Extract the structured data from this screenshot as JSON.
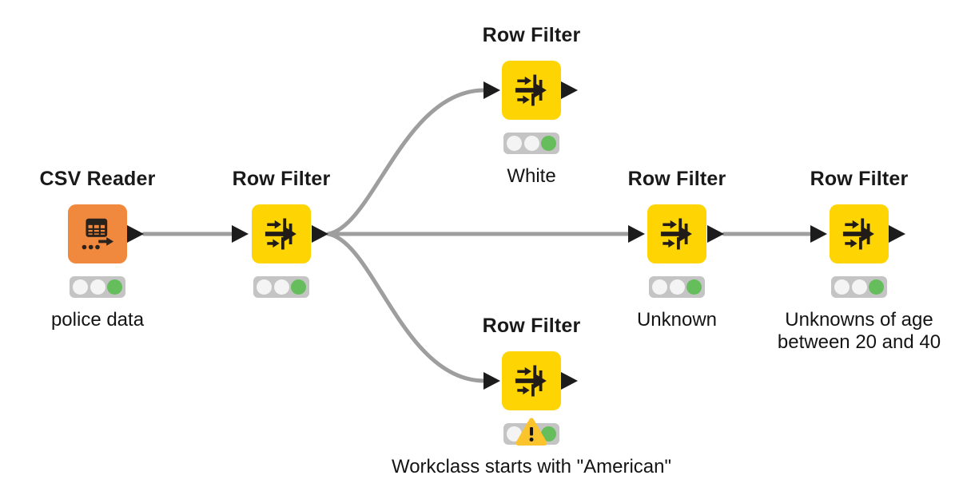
{
  "nodes": [
    {
      "name": "csv-reader",
      "title": "CSV Reader",
      "label": "police data",
      "type": "reader",
      "status_lights": [
        "off",
        "off",
        "green"
      ],
      "has_warning": false
    },
    {
      "name": "row-filter-main",
      "title": "Row Filter",
      "label": "",
      "type": "filter",
      "status_lights": [
        "off",
        "off",
        "green"
      ],
      "has_warning": false
    },
    {
      "name": "row-filter-white",
      "title": "Row Filter",
      "label": "White",
      "type": "filter",
      "status_lights": [
        "off",
        "off",
        "green"
      ],
      "has_warning": false
    },
    {
      "name": "row-filter-workclass",
      "title": "Row Filter",
      "label": "Workclass starts with \"American\"",
      "type": "filter",
      "status_lights": [
        "off",
        "warning",
        "green"
      ],
      "has_warning": true
    },
    {
      "name": "row-filter-unknown",
      "title": "Row Filter",
      "label": "Unknown",
      "type": "filter",
      "status_lights": [
        "off",
        "off",
        "green"
      ],
      "has_warning": false
    },
    {
      "name": "row-filter-age",
      "title": "Row Filter",
      "label": "Unknowns of age between 20 and 40",
      "type": "filter",
      "status_lights": [
        "off",
        "off",
        "green"
      ],
      "has_warning": false
    }
  ],
  "connections": [
    {
      "from": "csv-reader",
      "to": "row-filter-main"
    },
    {
      "from": "row-filter-main",
      "to": "row-filter-white"
    },
    {
      "from": "row-filter-main",
      "to": "row-filter-unknown"
    },
    {
      "from": "row-filter-main",
      "to": "row-filter-workclass"
    },
    {
      "from": "row-filter-unknown",
      "to": "row-filter-age"
    }
  ],
  "colors": {
    "canvas_bg": "#FFFFFF",
    "node_yellow": "#FED402",
    "node_orange": "#F0883E",
    "wire_gray": "#9E9E9E",
    "port_black": "#1C1C1C",
    "traffic_bg": "#C4C4C4",
    "status_off": "#F4F4F4",
    "status_green": "#65BE5B",
    "warning_yellow": "#FBC42C",
    "icon_dark": "#29231E",
    "text_dark": "#191919"
  }
}
